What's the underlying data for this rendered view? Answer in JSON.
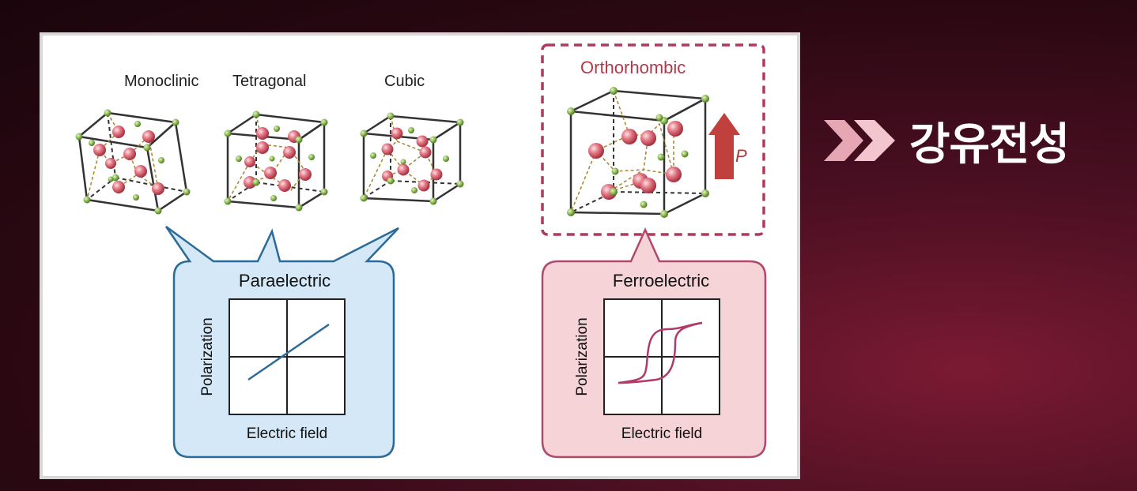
{
  "diagram": {
    "crystals": {
      "monoclinic": "Monoclinic",
      "tetragonal": "Tetragonal",
      "cubic": "Cubic",
      "orthorhombic": "Orthorhombic"
    },
    "polarization_symbol": "P",
    "paraelectric": {
      "title": "Paraelectric",
      "ylabel": "Polarization",
      "xlabel": "Electric field"
    },
    "ferroelectric": {
      "title": "Ferroelectric",
      "ylabel": "Polarization",
      "xlabel": "Electric field"
    },
    "colors": {
      "para_box": "#d4e8f8",
      "para_border": "#2b6b97",
      "ferro_box": "#f6d3d7",
      "ferro_border": "#b04a6c",
      "atom_large": "#e0707e",
      "atom_small": "#8fbb55",
      "arrow": "#c0403d"
    }
  },
  "heading": {
    "text": "강유전성",
    "icon": "double-chevron-right-icon"
  }
}
